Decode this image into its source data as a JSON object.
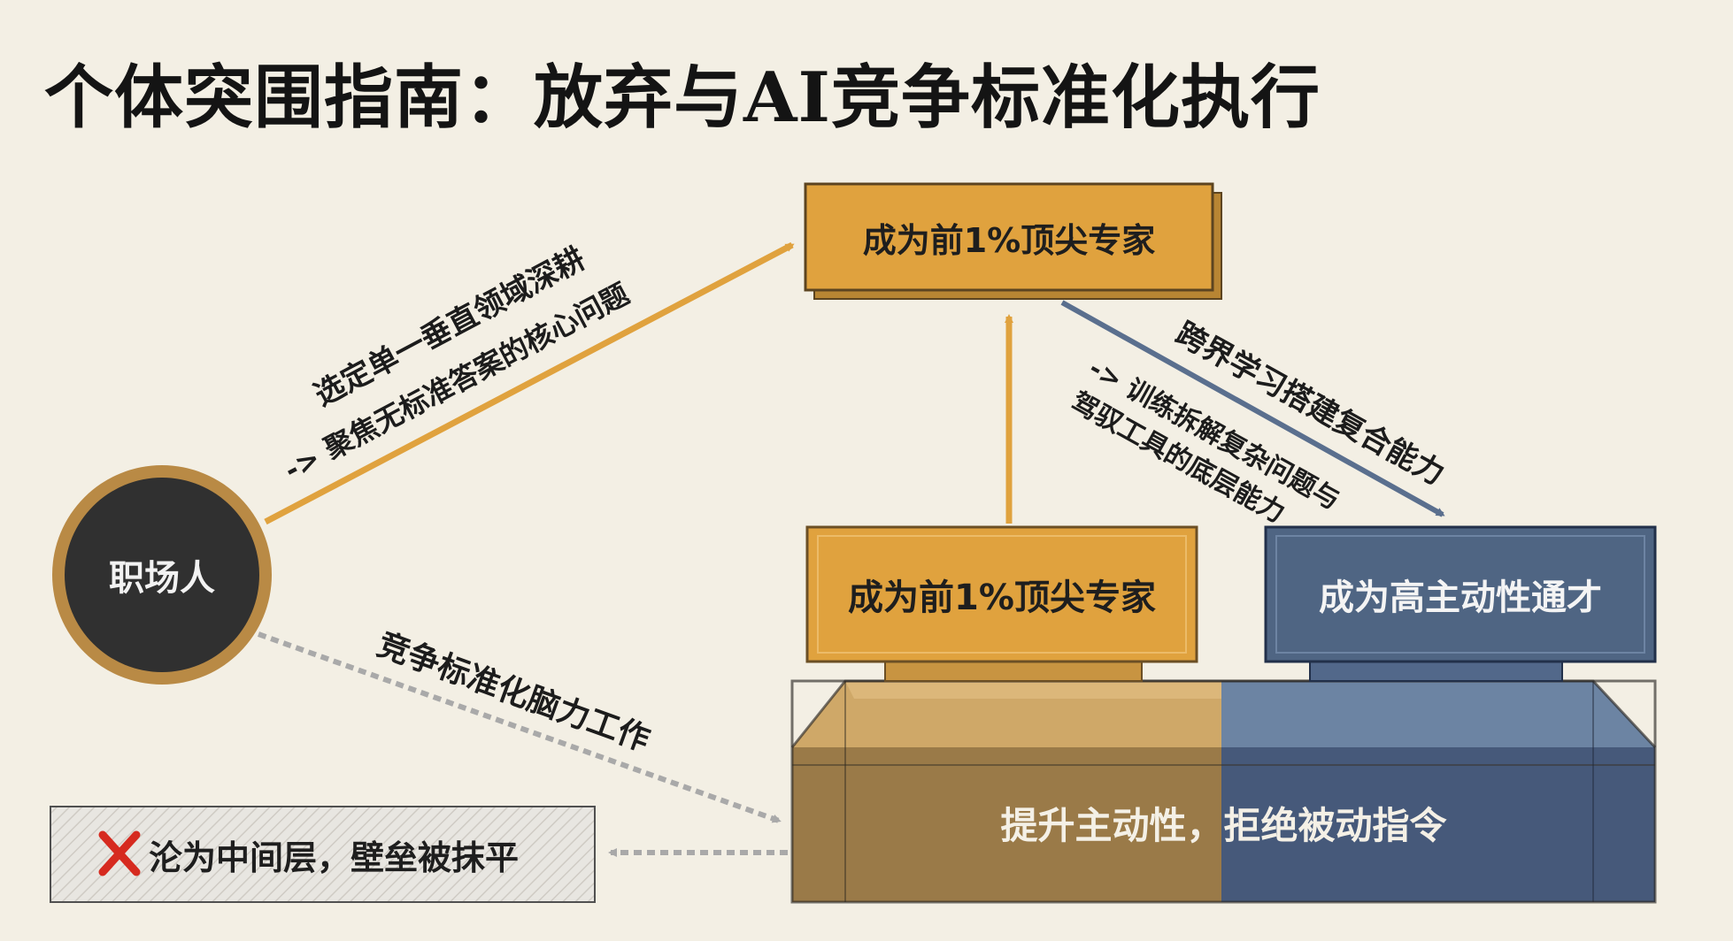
{
  "title": "个体突围指南：放弃与AI竞争标准化执行",
  "nodes": {
    "person": "职场人",
    "expert_top": "成为前1%顶尖专家",
    "expert_mid": "成为前1%顶尖专家",
    "generalist": "成为高主动性通才",
    "foundation": "提升主动性，拒绝被动指令",
    "fail": "沦为中间层，壁垒被抹平"
  },
  "edges": {
    "vertical_line1": "选定单一垂直领域深耕",
    "vertical_line2": "-> 聚焦无标准答案的核心问题",
    "cross_line1": "跨界学习搭建复合能力",
    "cross_line2": "-> 训练拆解复杂问题与",
    "cross_line3": "驾驭工具的底层能力",
    "standard_work": "竞争标准化脑力工作"
  },
  "colors": {
    "background": "#f3efe4",
    "gold": "#e0a23e",
    "gold_dark": "#8a6a33",
    "slate": "#4f6583",
    "slate_dark": "#2f3d54",
    "person_fill": "#303030",
    "person_ring": "#b98a45",
    "fail_mark": "#d62a1f"
  },
  "icons": {
    "fail_mark": "x-icon"
  }
}
